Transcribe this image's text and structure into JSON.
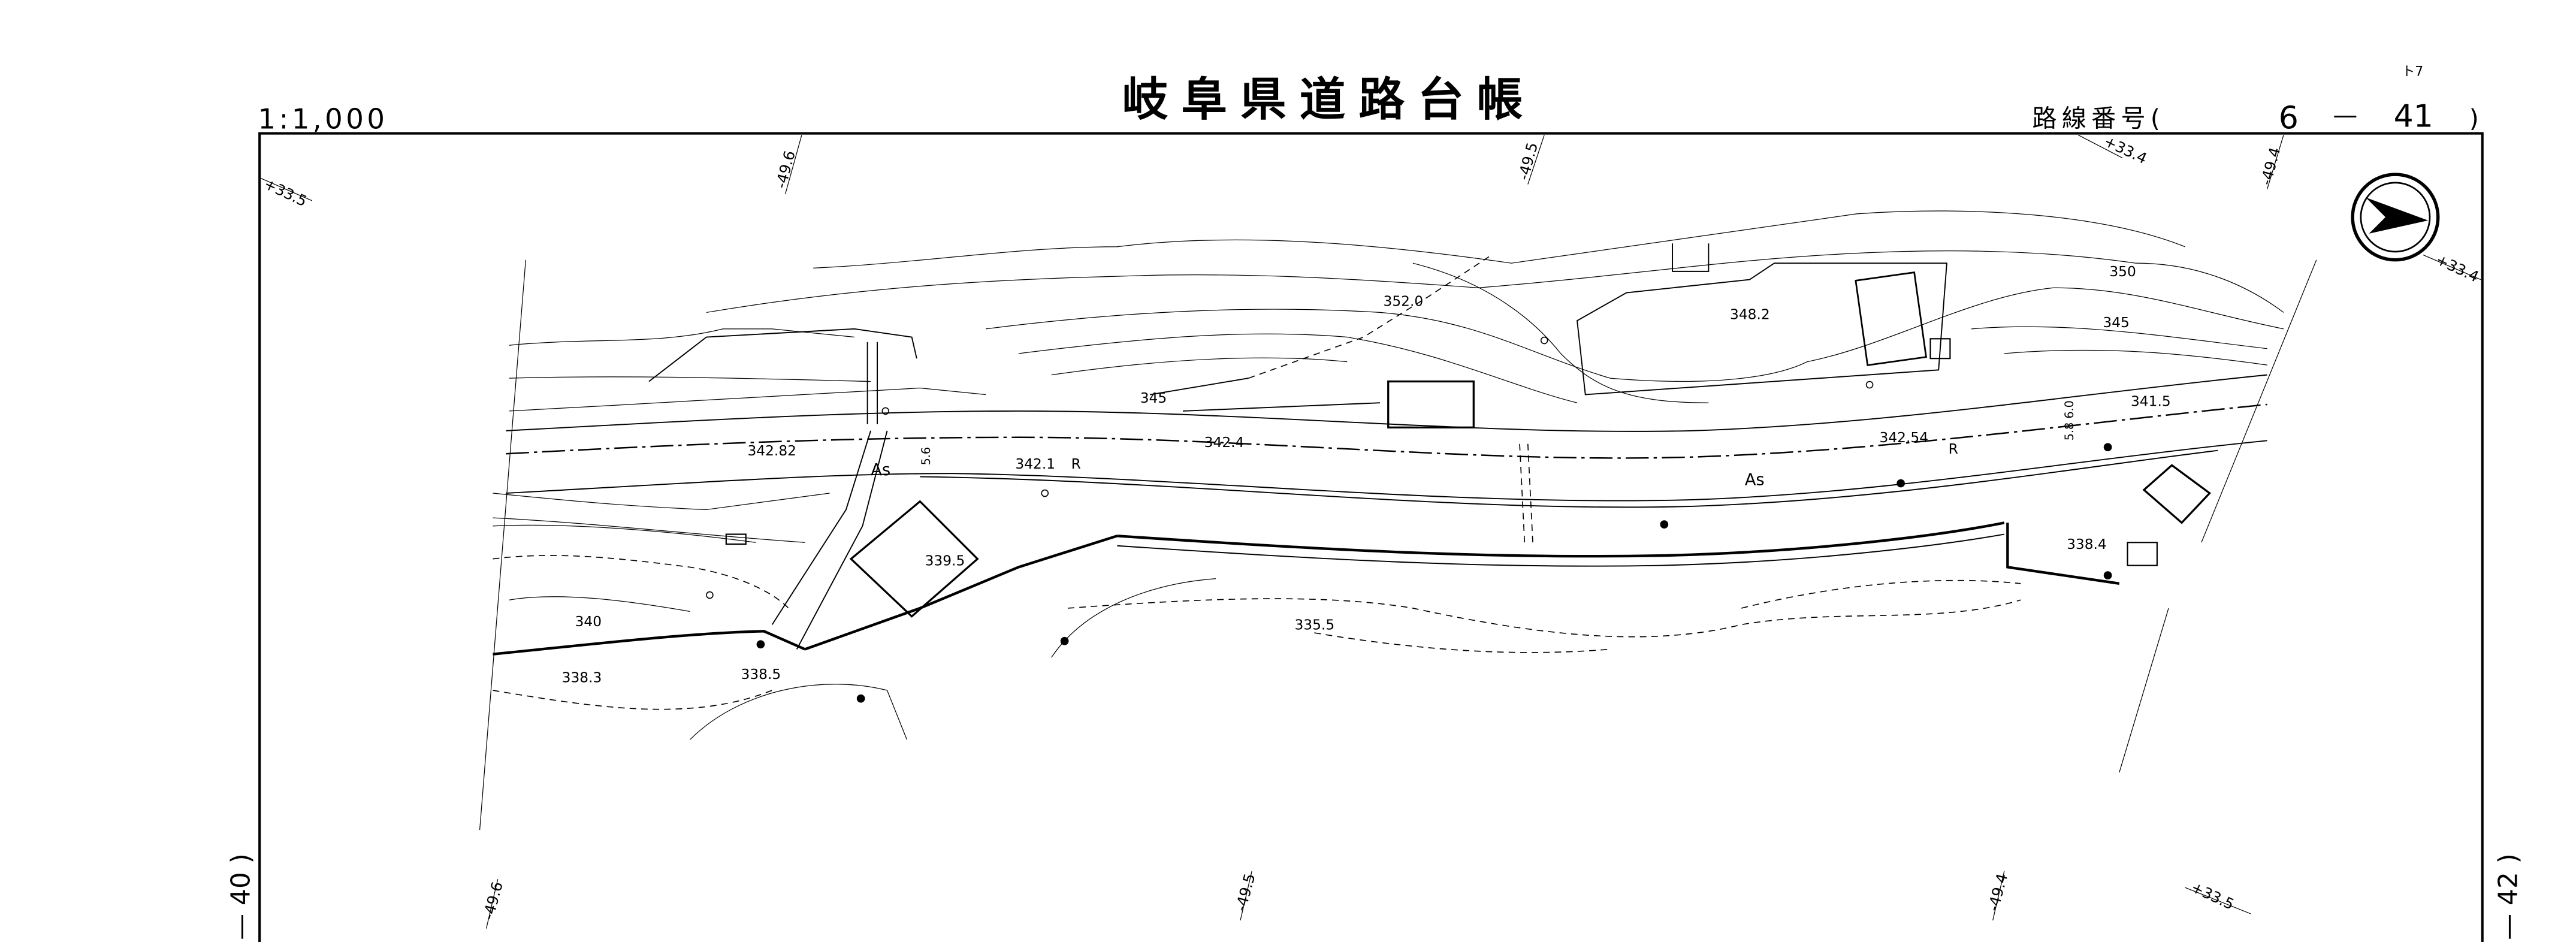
{
  "header": {
    "scale": "1:1,000",
    "title": "岐阜県道路台帳",
    "route_label": "路線番号(",
    "route_number_a": "6",
    "route_dash": "—",
    "route_number_b": "41",
    "route_close": ")",
    "handwritten_note": "ト7"
  },
  "grid_labels": {
    "top": [
      "-49.6",
      "-49.5",
      "+33.4",
      "-49.4"
    ],
    "top_left": "+33.5",
    "right": "+33.4",
    "bottom": [
      "-49.6",
      "-49.5",
      "-49.4",
      "+33.5"
    ],
    "sheet_left": "— 40 )",
    "sheet_right": "— 42 )"
  },
  "map_labels": {
    "elev_352_0": "352.0",
    "elev_348_2": "348.2",
    "elev_350": "350",
    "elev_345_r": "345",
    "elev_345_l": "345",
    "elev_342_82": "342.82",
    "elev_342_4": "342.4",
    "elev_342_1": "342.1",
    "elev_342_54": "342.54",
    "elev_341_5": "341.5",
    "elev_339_5": "339.5",
    "elev_338_4": "338.4",
    "elev_340": "340",
    "elev_338_3": "338.3",
    "elev_338_5": "338.5",
    "elev_335_5": "335.5",
    "surface_as_1": "As",
    "surface_as_2": "As",
    "r_1": "R",
    "r_2": "R",
    "width_marks_l": "5.6",
    "width_marks_r": "5.8 6.0"
  },
  "colors": {
    "ink": "#000000",
    "paper": "#ffffff"
  }
}
